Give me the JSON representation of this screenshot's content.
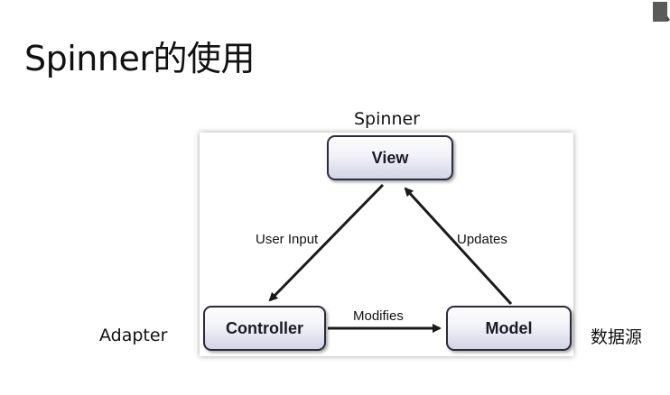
{
  "slide": {
    "title": "Spinner的使用"
  },
  "labels": {
    "spinner": "Spinner",
    "adapter": "Adapter",
    "data_source": "数据源"
  },
  "diagram": {
    "nodes": {
      "view": "View",
      "controller": "Controller",
      "model": "Model"
    },
    "edges": {
      "user_input": "User Input",
      "updates": "Updates",
      "modifies": "Modifies"
    }
  },
  "colors": {
    "node_border": "#2b2b3a",
    "arrow": "#1a1a1a"
  },
  "icons": {
    "corner": "bookmark-icon"
  }
}
